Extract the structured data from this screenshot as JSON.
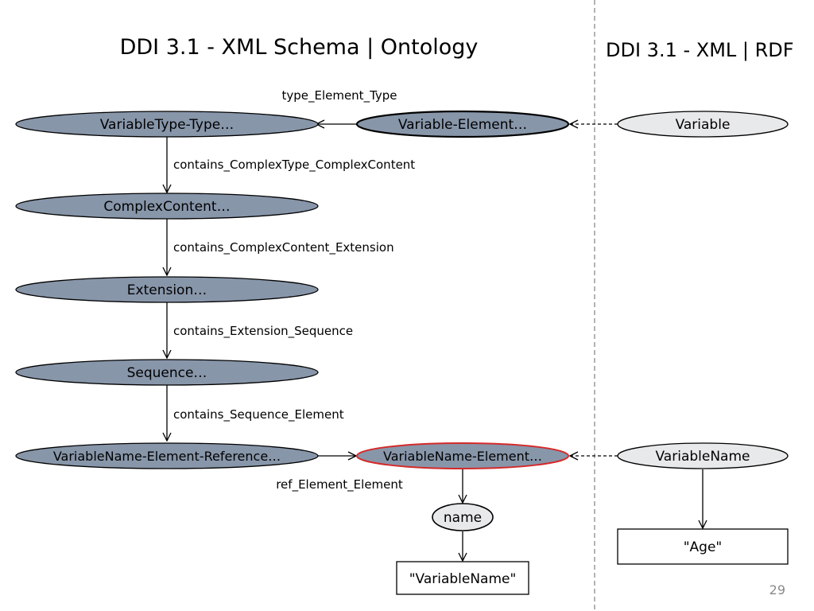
{
  "slide": {
    "title_left": "DDI 3.1 - XML Schema | Ontology",
    "title_right": "DDI 3.1 - XML | RDF",
    "page_number": "29"
  },
  "nodes": {
    "variable_type_type": "VariableType-Type…",
    "variable_element": "Variable-Element…",
    "variable": "Variable",
    "complex_content": "ComplexContent…",
    "extension": "Extension…",
    "sequence": "Sequence…",
    "variable_name_element_reference": "VariableName-Element-Reference…",
    "variable_name_element": "VariableName-Element…",
    "variable_name": "VariableName",
    "name": "name",
    "literal_variable_name": "\"VariableName\"",
    "literal_age": "\"Age\""
  },
  "edges": {
    "type_element_type": "type_Element_Type",
    "contains_complextype_complexcontent": "contains_ComplexType_ComplexContent",
    "contains_complexcontent_extension": "contains_ComplexContent_Extension",
    "contains_extension_sequence": "contains_Extension_Sequence",
    "contains_sequence_element": "contains_Sequence_Element",
    "ref_element_element": "ref_Element_Element"
  },
  "colors": {
    "schema_node_fill": "#8896aa",
    "rdf_node_fill": "#e8e9eb",
    "highlight_stroke": "#d42a2a",
    "divider": "#9a9a9a"
  }
}
